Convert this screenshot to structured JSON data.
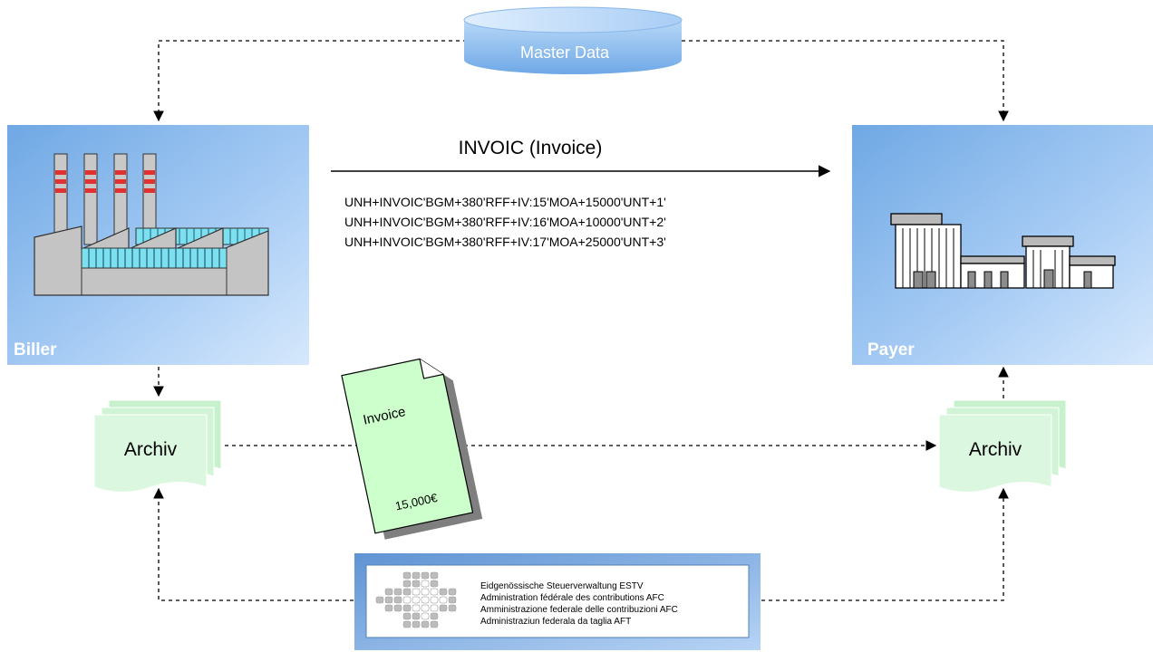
{
  "master_data": {
    "label": "Master Data"
  },
  "biller": {
    "label": "Biller"
  },
  "payer": {
    "label": "Payer"
  },
  "message": {
    "title": "INVOIC (Invoice)",
    "lines": [
      "UNH+INVOIC'BGM+380'RFF+IV:15'MOA+15000'UNT+1'",
      "UNH+INVOIC'BGM+380'RFF+IV:16'MOA+10000'UNT+2'",
      "UNH+INVOIC'BGM+380'RFF+IV:17'MOA+25000'UNT+3'"
    ]
  },
  "archive_left": {
    "label": "Archiv"
  },
  "archive_right": {
    "label": "Archiv"
  },
  "invoice_doc": {
    "title": "Invoice",
    "amount": "15,000€"
  },
  "authority": {
    "lines": [
      "Eidgenössische Steuerverwaltung ESTV",
      "Administration fédérale des contributions AFC",
      "Amministrazione federale delle contribuzioni AFC",
      "Administraziun federala da taglia AFT"
    ]
  },
  "colors": {
    "node_blue_light": "#cfe3fb",
    "node_blue_dark": "#7fb3ea",
    "archive_green": "#d8f5dc",
    "invoice_green": "#ccffcc",
    "authority_frame": "#7aa7dc"
  }
}
